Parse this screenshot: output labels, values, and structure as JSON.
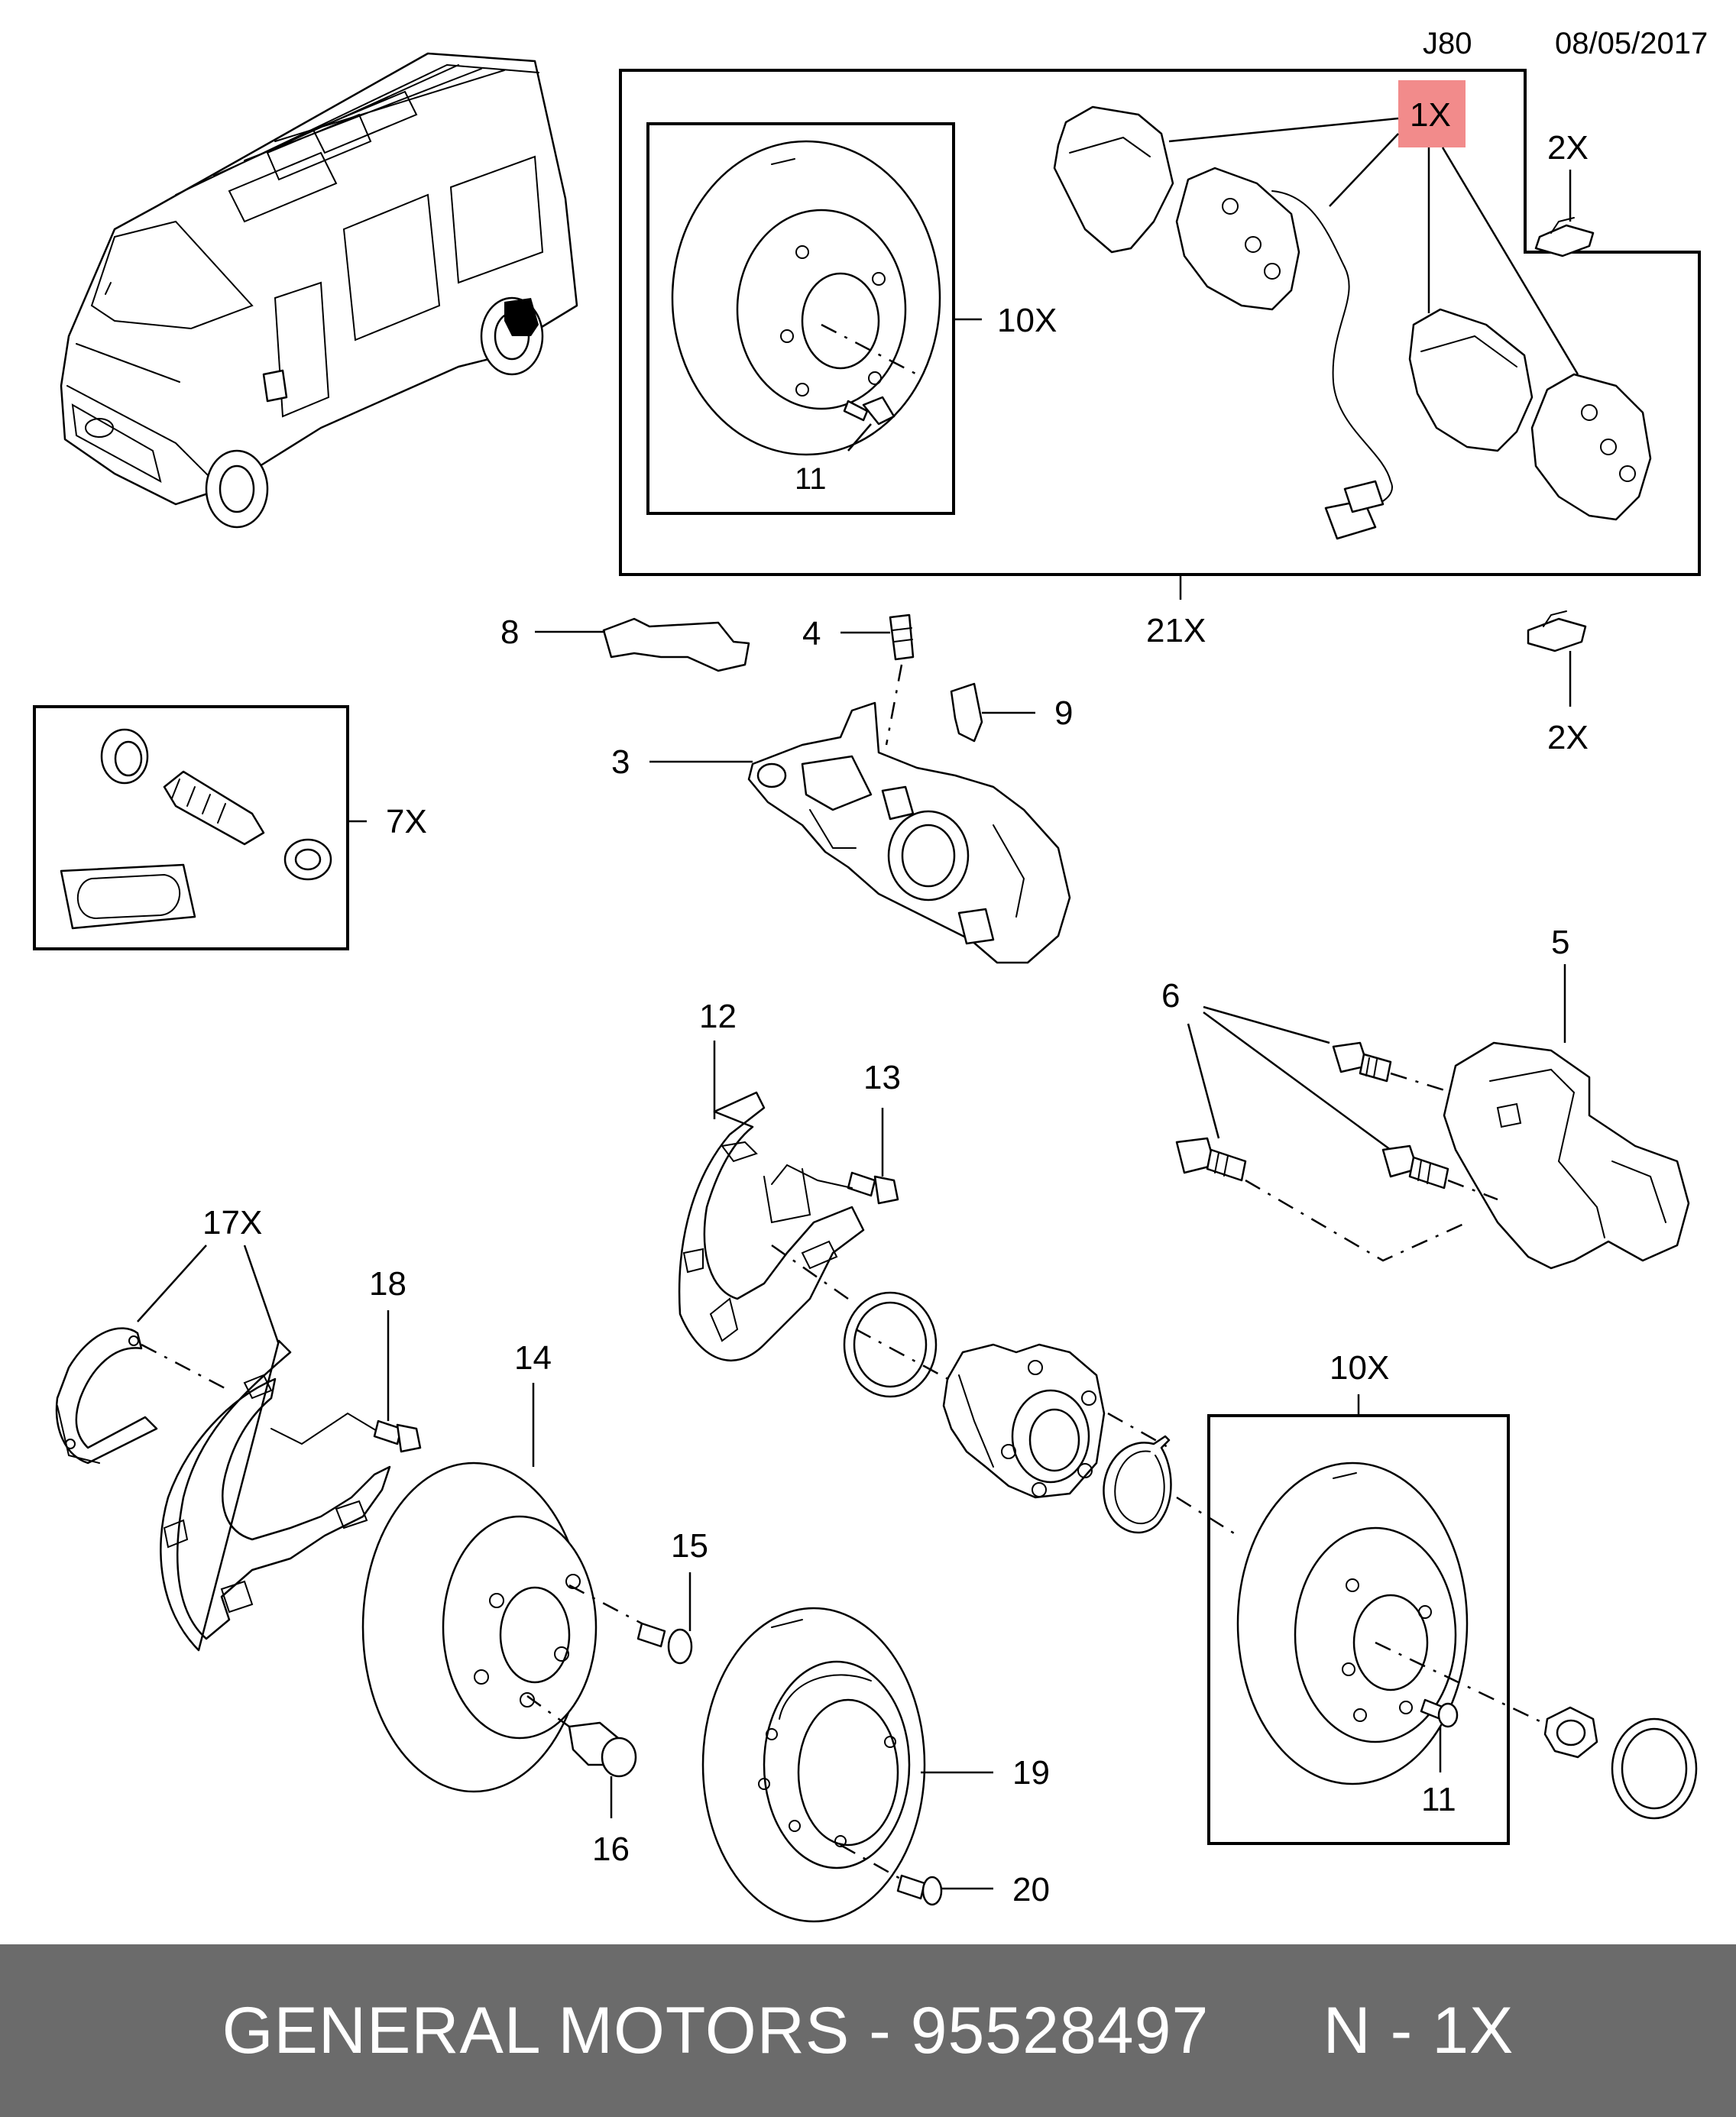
{
  "header": {
    "code": "J80",
    "date": "08/05/2017"
  },
  "callouts": {
    "pad_set": "1X",
    "pad_kit": "21X",
    "clip_top": "2X",
    "clip_bottom": "2X",
    "disc_top": "10X",
    "disc_top_screw": "11",
    "bracket_left": "8",
    "bleeder": "4",
    "caliper": "3",
    "clip_9": "9",
    "guide_kit": "7X",
    "carrier": "5",
    "carrier_bolts": "6",
    "dust_shield": "12",
    "shield_bolt": "13",
    "shoe_kit": "17X",
    "shield_bolt_18": "18",
    "drum_disc": "14",
    "screw_15": "15",
    "bolt_16": "16",
    "disc_19": "19",
    "screw_20": "20",
    "disc_bottom": "10X",
    "disc_bottom_screw": "11"
  },
  "highlight_color": "#f28b8b",
  "footer": {
    "brand": "GENERAL MOTORS",
    "separator": " - ",
    "part_number": "95528497",
    "suffix": "N - 1X"
  }
}
